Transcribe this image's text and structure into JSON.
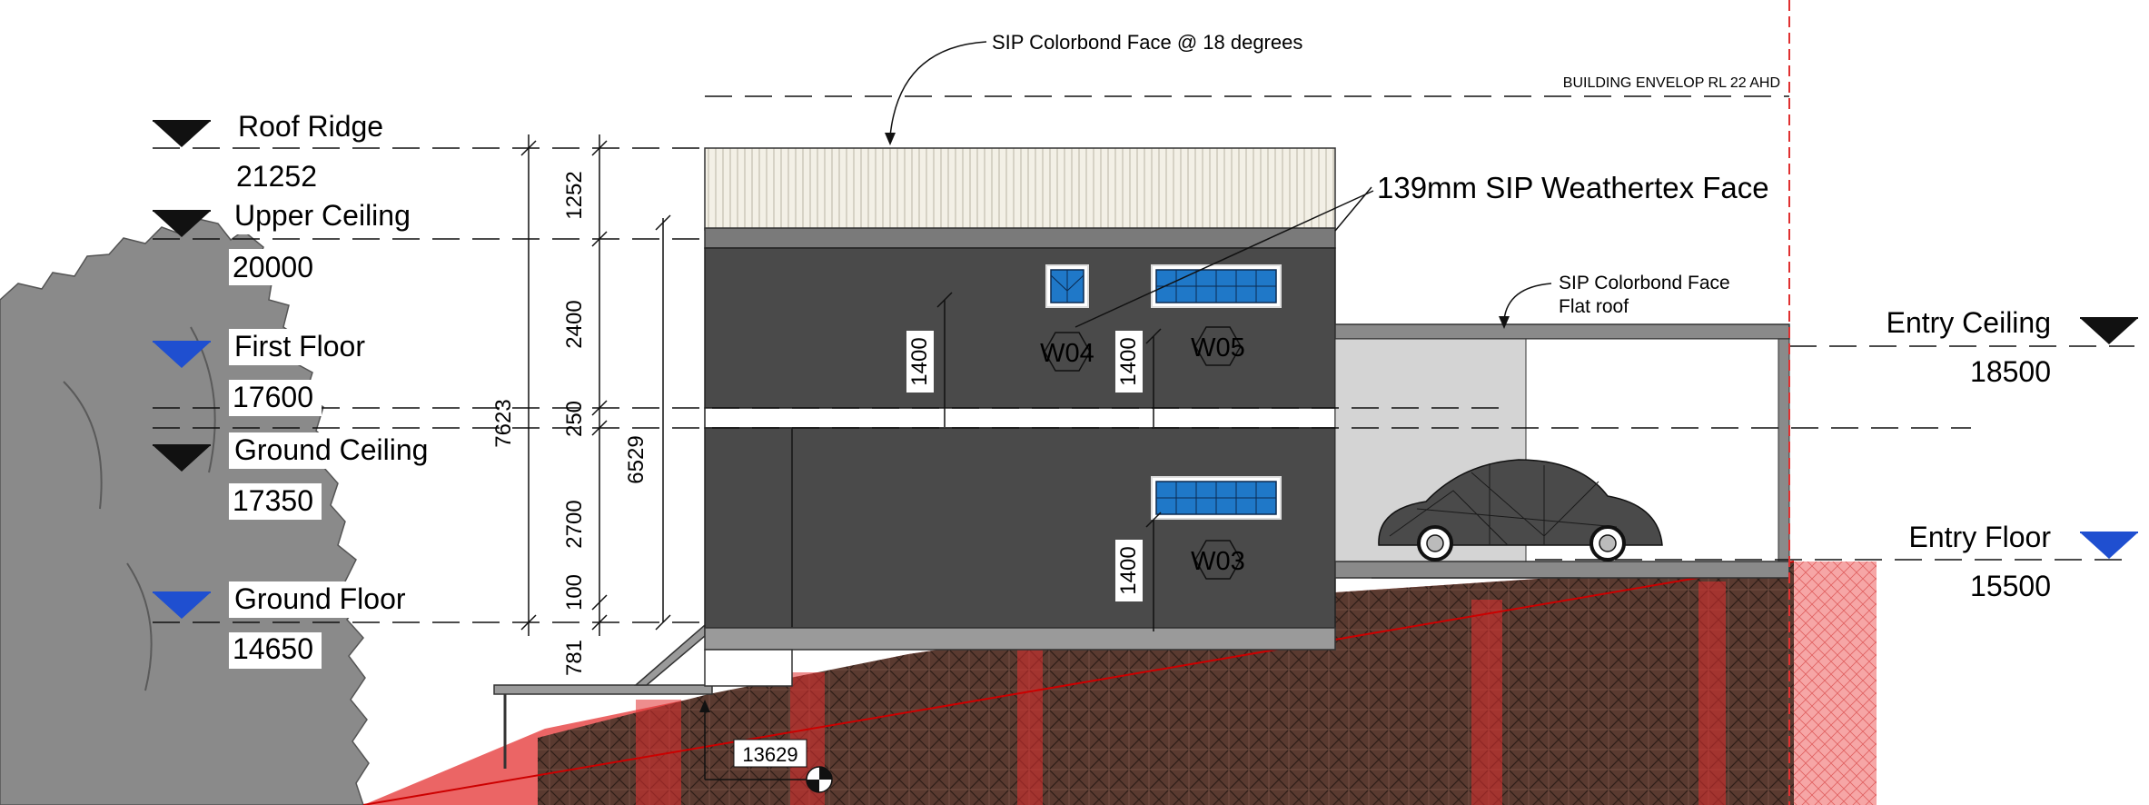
{
  "levels": {
    "roof_ridge": {
      "name": "Roof Ridge",
      "value": "21252"
    },
    "upper_ceiling": {
      "name": "Upper Ceiling",
      "value": "20000"
    },
    "first_floor": {
      "name": "First Floor",
      "value": "17600"
    },
    "ground_ceiling": {
      "name": "Ground Ceiling",
      "value": "17350"
    },
    "ground_floor": {
      "name": "Ground Floor",
      "value": "14650"
    },
    "entry_ceiling": {
      "name": "Entry Ceiling",
      "value": "18500"
    },
    "entry_floor": {
      "name": "Entry Floor",
      "value": "15500"
    }
  },
  "annotations": {
    "roof_face": "SIP Colorbond Face @ 18 degrees",
    "envelope": "BUILDING ENVELOP RL 22 AHD",
    "wall_face": "139mm SIP Weathertex Face",
    "entry_roof_line1": "SIP Colorbond Face",
    "entry_roof_line2": "Flat roof"
  },
  "dimensions": {
    "d1252": "1252",
    "d2400": "2400",
    "d250": "250",
    "d2700": "2700",
    "d100": "100",
    "d781": "781",
    "d7623": "7623",
    "d6529": "6529",
    "w04_height": "1400",
    "w05_height": "1400",
    "w03_height": "1400",
    "spot_level": "13629"
  },
  "windows": {
    "w04": "W04",
    "w05": "W05",
    "w03": "W03"
  },
  "colors": {
    "wall": "#4a4a4a",
    "roof_trim": "#7a7a7a",
    "earth": "#5a3a30",
    "site_red": "#e03030",
    "window_blue": "#1f78c8",
    "tree": "#8a8a8a",
    "level_blue": "#1f4fd0"
  }
}
